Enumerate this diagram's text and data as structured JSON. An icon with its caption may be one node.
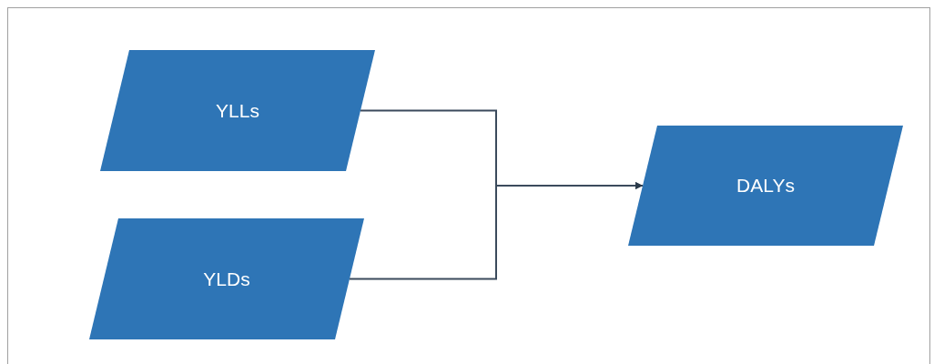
{
  "diagram": {
    "nodes": [
      {
        "text": [
          "YLLs"
        ]
      },
      {
        "text": [
          "YLDs"
        ]
      },
      {
        "text": [
          "DALYs"
        ]
      }
    ],
    "edges": [
      {
        "from": 0,
        "to": 2,
        "arrow": "to"
      },
      {
        "from": 1,
        "to": 2,
        "arrow": "to"
      }
    ]
  }
}
